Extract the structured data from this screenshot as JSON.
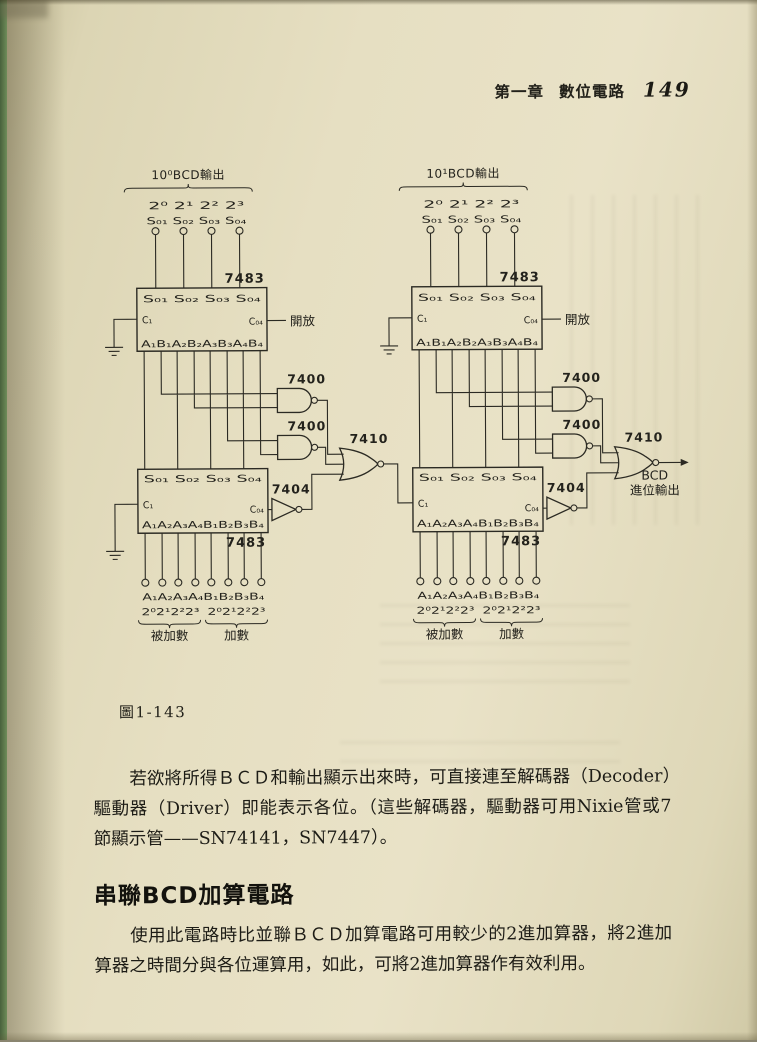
{
  "header": {
    "chapter": "第一章",
    "title": "數位電路",
    "page_number": "149"
  },
  "figure": {
    "caption": "圖1-143"
  },
  "text": {
    "paragraph1": "若欲將所得ＢＣＤ和輸出顯示出來時，可直接連至解碼器（Decoder）驅動器（Driver）即能表示各位。（這些解碼器，驅動器可用Nixie管或7節顯示管——SN74141，SN7447）。",
    "heading": "串聯BCD加算電路",
    "paragraph2": "使用此電路時比並聯ＢＣＤ加算電路可用較少的2進加算器，將2進加算器之時間分與各位運算用，如此，可將2進加算器作有效利用。"
  },
  "diagram": {
    "left": {
      "title": "10⁰BCD輸出",
      "bits_top": "2⁰ 2¹ 2² 2³",
      "s_top": "S₀₁ S₀₂ S₀₃ S₀₄",
      "open_label": "開放",
      "gates": {
        "g1": "7400",
        "g2": "7400",
        "g3": "7410",
        "g4": "7404"
      },
      "chip_top": {
        "name": "7483",
        "pins_top": "S₀₁ S₀₂ S₀₃ S₀₄",
        "cin": "C₁",
        "cout": "C₀₄",
        "pins_bottom": "A₁B₁A₂B₂A₃B₃A₄B₄"
      },
      "chip_bottom": {
        "name": "7483",
        "pins_top": "S₀₁ S₀₂ S₀₃ S₀₄",
        "cin": "C₁",
        "cout": "C₀₄",
        "pins_bottom": "A₁A₂A₃A₄B₁B₂B₃B₄"
      },
      "input_labels": "A₁A₂A₃A₄B₁B₂B₃B₄",
      "bits_augend": "2⁰2¹2²2³",
      "bits_addend": "2⁰2¹2²2³",
      "augend_label": "被加數",
      "addend_label": "加數"
    },
    "right": {
      "title": "10¹BCD輸出",
      "bits_top": "2⁰ 2¹ 2² 2³",
      "s_top": "S₀₁ S₀₂ S₀₃ S₀₄",
      "open_label": "開放",
      "gates": {
        "g1": "7400",
        "g2": "7400",
        "g3": "7410",
        "g4": "7404"
      },
      "chip_top": {
        "name": "7483",
        "pins_top": "S₀₁ S₀₂ S₀₃ S₀₄",
        "cin": "C₁",
        "cout": "C₀₄",
        "pins_bottom": "A₁B₁A₂B₂A₃B₃A₄B₄"
      },
      "chip_bottom": {
        "name": "7483",
        "pins_top": "S₀₁ S₀₂ S₀₃ S₀₄",
        "cin": "C₁",
        "cout": "C₀₄",
        "pins_bottom": "A₁A₂A₃A₄B₁B₂B₃B₄"
      },
      "input_labels": "A₁A₂A₃A₄B₁B₂B₃B₄",
      "bits_augend": "2⁰2¹2²2³",
      "bits_addend": "2⁰2¹2²2³",
      "augend_label": "被加數",
      "addend_label": "加數",
      "carry_label_1": "BCD",
      "carry_label_2": "進位輸出"
    }
  }
}
